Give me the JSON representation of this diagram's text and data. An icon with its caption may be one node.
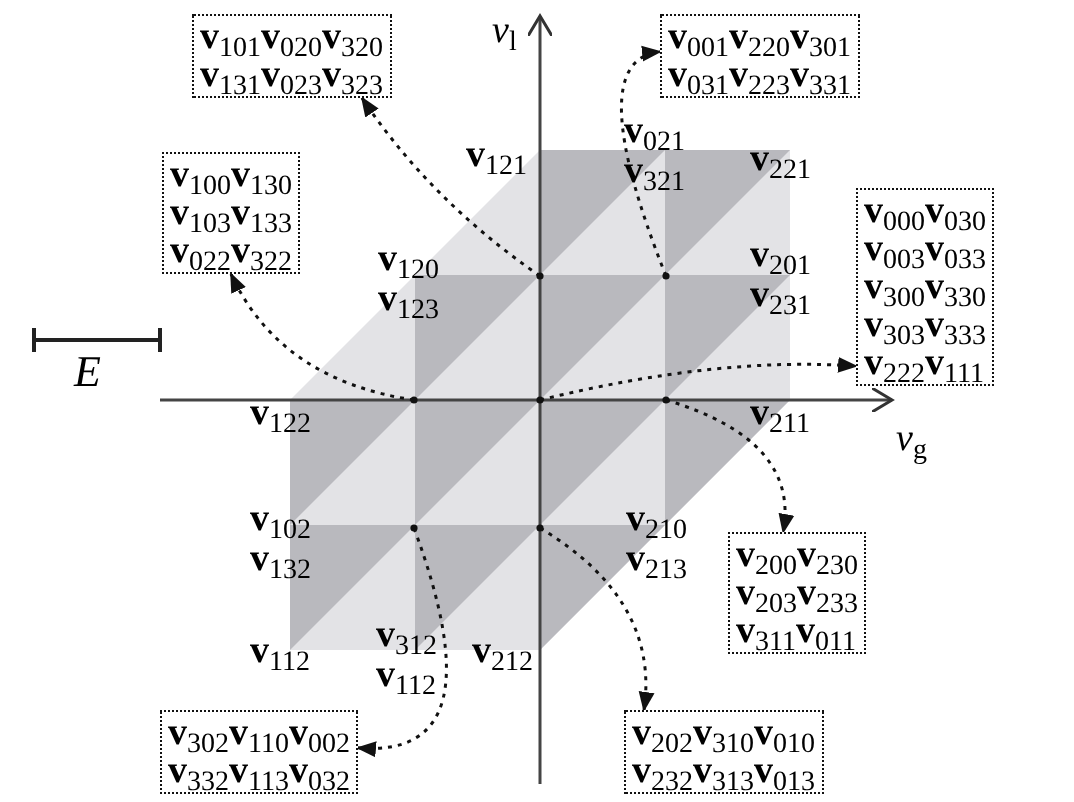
{
  "diagram": {
    "nodes": [
      {
        "text": [
          "**v**$_{101}$**v**$_{020}$**v**$_{320}$ **v**$_{131}$**v**$_{023}$**v**$_{323}$"
        ]
      },
      {
        "text": [
          "**v**$_{100}$**v**$_{130}$ **v**$_{103}$**v**$_{133}$ **v**$_{022}$**v**$_{322}$"
        ]
      },
      {
        "text": [
          "**v**$_{001}$**v**$_{220}$**v**$_{301}$ **v**$_{031}$**v**$_{223}$**v**$_{331}$"
        ]
      },
      {
        "text": [
          "**v**$_{000}$**v**$_{030}$ **v**$_{003}$**v**$_{033}$ **v**$_{300}$**v**$_{330}$ **v**$_{303}$**v**$_{333}$ **v**$_{222}$**v**$_{111}$"
        ]
      },
      {
        "text": [
          "**v**$_{200}$**v**$_{230}$ **v**$_{203}$**v**$_{233}$ **v**$_{311}$**v**$_{011}$"
        ]
      },
      {
        "text": [
          "**v**$_{202}$**v**$_{310}$**v**$_{010}$ **v**$_{232}$**v**$_{313}$**v**$_{013}$"
        ]
      },
      {
        "text": [
          "**v**$_{302}$**v**$_{110}$**v**$_{002}$ **v**$_{332}$**v**$_{113}$**v**$_{032}$"
        ]
      },
      {
        "text": [],
        "shape": "point"
      },
      {
        "text": [],
        "shape": "point"
      },
      {
        "text": [],
        "shape": "point"
      },
      {
        "text": [],
        "shape": "point"
      },
      {
        "text": [],
        "shape": "point"
      },
      {
        "text": [],
        "shape": "point"
      },
      {
        "text": [],
        "shape": "point"
      }
    ],
    "edges": [
      {
        "from": 7,
        "to": 0,
        "arrow": "to",
        "style": "dashed"
      },
      {
        "from": 8,
        "to": 1,
        "arrow": "to",
        "style": "dashed"
      },
      {
        "from": 9,
        "to": 2,
        "arrow": "to",
        "style": "dashed"
      },
      {
        "from": 10,
        "to": 3,
        "arrow": "to",
        "style": "dashed"
      },
      {
        "from": 11,
        "to": 4,
        "arrow": "to",
        "style": "dashed"
      },
      {
        "from": 12,
        "to": 5,
        "arrow": "to",
        "style": "dashed"
      },
      {
        "from": 13,
        "to": 6,
        "arrow": "to",
        "style": "dashed"
      }
    ],
    "labels": [
      "*v*$_{l}$",
      "**v**$_{121}$",
      "**v**$_{021}$ **v**$_{321}$",
      "**v**$_{221}$",
      "**v**$_{120}$ **v**$_{123}$",
      "**v**$_{201}$ **v**$_{231}$",
      "*E*",
      "**v**$_{122}$",
      "**v**$_{211}$",
      "*v*$_{g}$",
      "**v**$_{102}$ **v**$_{132}$",
      "**v**$_{210}$ **v**$_{213}$",
      "**v**$_{112}$",
      "**v**$_{312}$ **v**$_{112}$",
      "**v**$_{212}$"
    ]
  }
}
